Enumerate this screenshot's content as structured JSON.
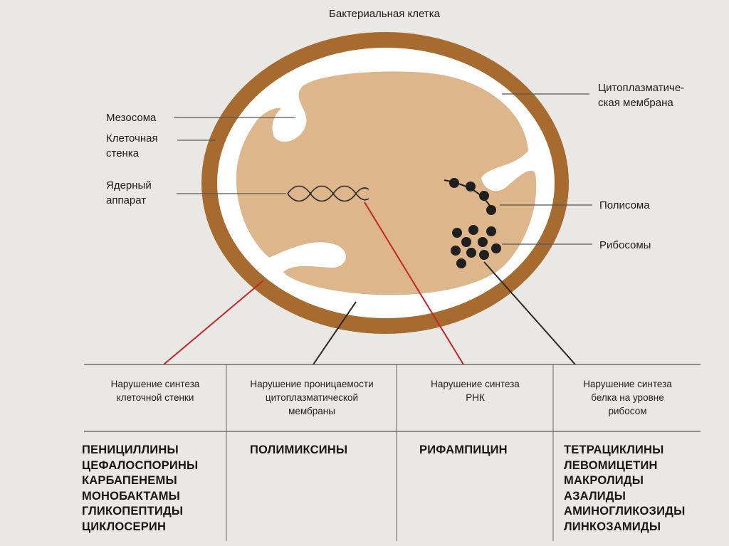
{
  "diagram": {
    "title": "Бактериальная клетка",
    "labels": {
      "mesosome": "Мезосома",
      "cell_wall_line1": "Клеточная",
      "cell_wall_line2": "стенка",
      "nuclear_line1": "Ядерный",
      "nuclear_line2": "аппарат",
      "membrane_line1": "Цитоплазматиче-",
      "membrane_line2": "ская мембрана",
      "polysome": "Полисома",
      "ribosomes": "Рибосомы"
    },
    "colors": {
      "wall": "#a86b2f",
      "cytoplasm": "#deb68b",
      "periplasm": "#ffffff",
      "red_line": "#c2262a",
      "dots": "#1f1f1f"
    }
  },
  "table": {
    "headers": [
      [
        "Нарушение синтеза",
        "клеточной стенки"
      ],
      [
        "Нарушение проницаемости",
        "цитоплазматической",
        "мембраны"
      ],
      [
        "Нарушение синтеза",
        "РНК"
      ],
      [
        "Нарушение синтеза",
        "белка на уровне",
        "рибосом"
      ]
    ],
    "drugs": [
      [
        "ПЕНИЦИЛЛИНЫ",
        "ЦЕФАЛОСПОРИНЫ",
        "КАРБАПЕНЕМЫ",
        "МОНОБАКТАМЫ",
        "ГЛИКОПЕПТИДЫ",
        "ЦИКЛОСЕРИН"
      ],
      [
        "ПОЛИМИКСИНЫ"
      ],
      [
        "РИФАМПИЦИН"
      ],
      [
        "ТЕТРАЦИКЛИНЫ",
        "ЛЕВОМИЦЕТИН",
        "МАКРОЛИДЫ",
        "АЗАЛИДЫ",
        "АМИНОГЛИКОЗИДЫ",
        "ЛИНКОЗАМИДЫ"
      ]
    ]
  }
}
